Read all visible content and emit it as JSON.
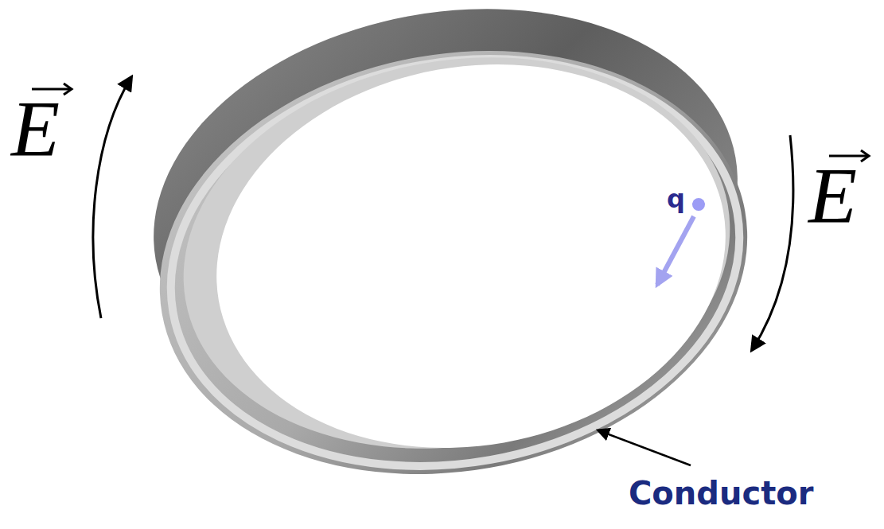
{
  "diagram": {
    "labels": [
      "E",
      "E",
      "q",
      "Conductor"
    ]
  }
}
